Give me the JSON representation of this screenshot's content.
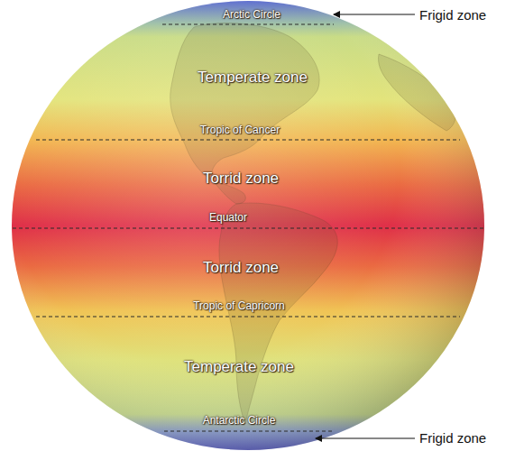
{
  "diagram": {
    "labels": [
      "Arctic Circle",
      "Frigid zone",
      "Temperate zone",
      "Tropic of Cancer",
      "Torrid zone",
      "Equator",
      "Torrid zone",
      "Tropic of Capricorn",
      "Temperate zone",
      "Antarctic Circle",
      "Frigid zone"
    ]
  }
}
